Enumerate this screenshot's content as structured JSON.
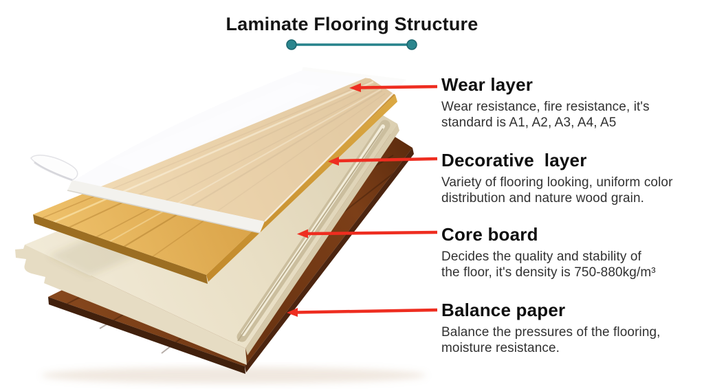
{
  "title": "Laminate Flooring Structure",
  "colors": {
    "accent_teal": "#26828b",
    "arrow_red": "#ee2d20",
    "wood": "#d9a64c",
    "core_cream": "#e9dfc6",
    "balance_brown": "#6f3714"
  },
  "sections": [
    {
      "title": "Wear layer",
      "line1": "Wear resistance, fire resistance, it's",
      "line2": "standard is A1, A2, A3, A4, A5"
    },
    {
      "title": "Decorative  layer",
      "line1": "Variety of flooring looking, uniform color",
      "line2": "distribution and nature wood grain."
    },
    {
      "title": "Core board",
      "line1": "Decides the quality and stability of",
      "line2": "the floor, it's density is 750-880kg/m³"
    },
    {
      "title": "Balance paper",
      "line1": "Balance the pressures of the flooring,",
      "line2": "moisture resistance."
    }
  ]
}
